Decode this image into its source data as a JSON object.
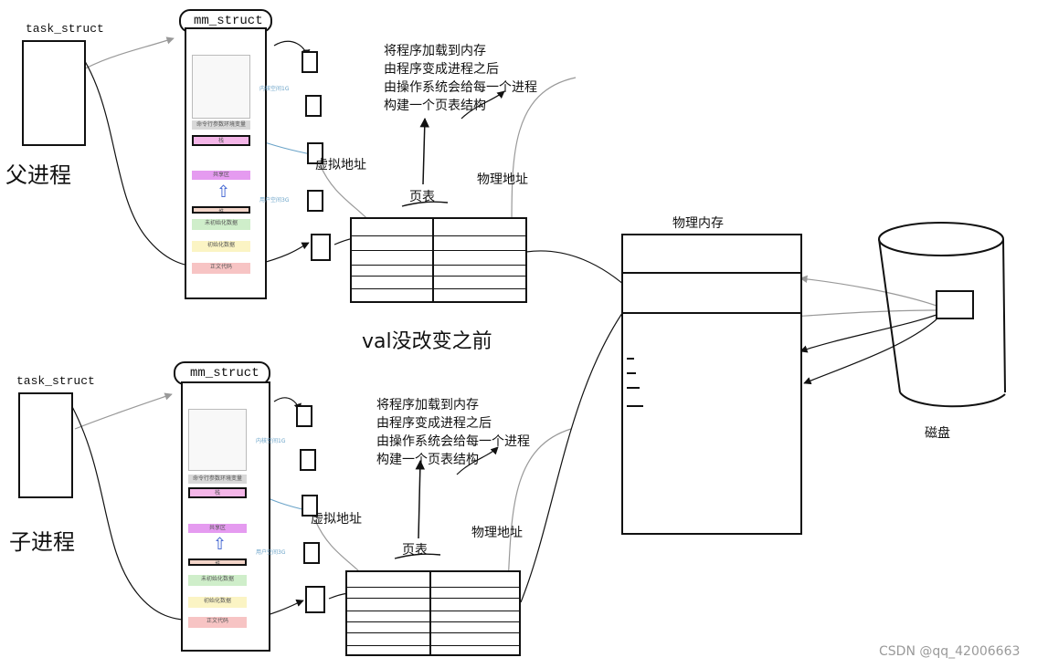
{
  "labels": {
    "task_struct": "task_struct",
    "mm_struct": "mm_struct",
    "parent": "父进程",
    "child": "子进程",
    "virtual_addr": "虚拟地址",
    "page_table": "页表",
    "physical_addr": "物理地址",
    "physical_memory": "物理内存",
    "disk": "磁盘",
    "val_before": "val没改变之前",
    "watermark": "CSDN @qq_42006663"
  },
  "note_lines": [
    "将程序加载到内存",
    "由程序变成进程之后",
    "由操作系统会给每一个进程",
    "构建一个页表结构"
  ],
  "segments": {
    "kernel": "内核空间1G",
    "env": "命令行参数环境变量",
    "stack": "栈",
    "shared": "共享区",
    "heap": "堆",
    "user": "用户空间3G",
    "bss": "未初始化数据",
    "data": "初始化数据",
    "text": "正文代码"
  },
  "colors": {
    "stack": "#f4b6e8",
    "shared": "#e59bf0",
    "heap": "#f3d5c9",
    "bss": "#cfeeca",
    "data": "#fbf4c4",
    "text": "#f7c4c4",
    "env": "#d8d8d8",
    "arrow_blue": "#3a5fd0"
  }
}
